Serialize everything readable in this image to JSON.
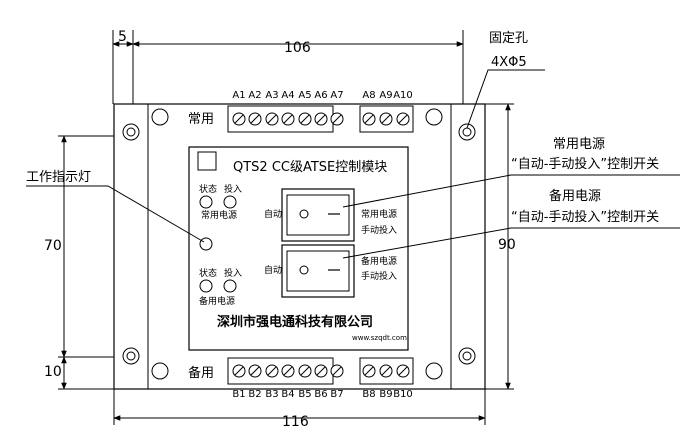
{
  "dimensions": {
    "top_offset": "5",
    "top_width": "106",
    "bottom_width": "116",
    "left_height": "70",
    "left_offset": "10",
    "right_height": "90"
  },
  "mount_hole": {
    "label": "固定孔",
    "spec": "4XΦ5"
  },
  "terminals": {
    "top_label": "常用",
    "top_pins": [
      "A1",
      "A2",
      "A3",
      "A4",
      "A5",
      "A6",
      "A7",
      "A8",
      "A9",
      "A10"
    ],
    "bottom_label": "备用",
    "bottom_pins": [
      "B1",
      "B2",
      "B3",
      "B4",
      "B5",
      "B6",
      "B7",
      "B8",
      "B9",
      "B10"
    ]
  },
  "panel": {
    "title": "QTS2 CC级ATSE控制模块",
    "indicator_state": "状态",
    "indicator_input": "投入",
    "upper_group_label": "常用电源",
    "lower_group_label": "备用电源",
    "auto_label": "自动",
    "switch1_label_line1": "常用电源",
    "switch1_label_line2": "手动投入",
    "switch2_label_line1": "备用电源",
    "switch2_label_line2": "手动投入",
    "company": "深圳市强电通科技有限公司",
    "website": "www.szqdt.com"
  },
  "callouts": {
    "indicator": "工作指示灯",
    "main_switch_line1": "常用电源",
    "main_switch_line2": "“自动-手动投入”控制开关",
    "backup_switch_line1": "备用电源",
    "backup_switch_line2": "“自动-手动投入”控制开关"
  }
}
